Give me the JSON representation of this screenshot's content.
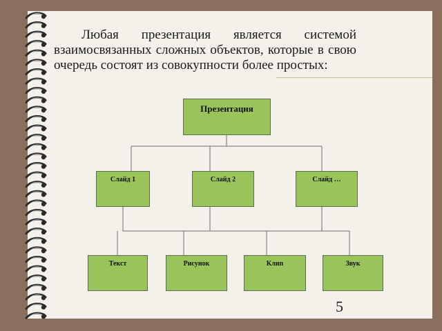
{
  "text": {
    "paragraph": "Любая презентация является системой взаимосвязанных сложных объектов, которые в свою очередь состоят из совокупности более простых:",
    "slide_number": "5"
  },
  "diagram": {
    "root": "Презентация",
    "level1": [
      "Слайд 1",
      "Слайд 2",
      "Слайд …"
    ],
    "level2": [
      "Текст",
      "Рисунок",
      "Клип",
      "Звук"
    ]
  },
  "colors": {
    "background": "#8a6f5c",
    "page": "#f3f1ea",
    "node_fill": "#99c45c",
    "node_border": "#5a6b4a"
  }
}
